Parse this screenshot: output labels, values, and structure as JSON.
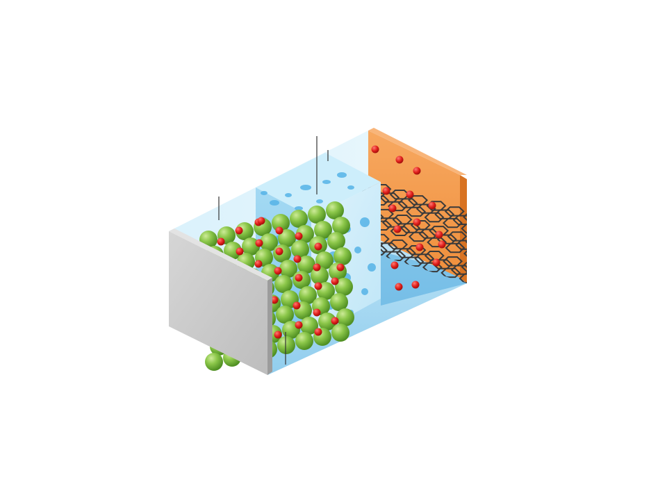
{
  "diagram": {
    "subject": "battery-cell-cross-section",
    "components": [
      {
        "id": "cathode-current-collector",
        "icon": "grey-plate"
      },
      {
        "id": "cathode-particles",
        "icon": "green-spheres-with-red-ions"
      },
      {
        "id": "electrolyte",
        "icon": "light-blue-liquid"
      },
      {
        "id": "separator",
        "icon": "porous-blue-block"
      },
      {
        "id": "anode-graphite",
        "icon": "stacked-hexagonal-sheets"
      },
      {
        "id": "anode-current-collector",
        "icon": "orange-plate"
      }
    ],
    "colors": {
      "cathode_plate_front": "#c8c8c8",
      "cathode_plate_side": "#9c9c9c",
      "cathode_particle": "#7fbf3a",
      "cathode_particle_highlight": "#b9e07c",
      "ion": "#e0201c",
      "electrolyte": "#bfe6f7",
      "electrolyte_deep": "#63b8e6",
      "separator": "#a9dcf3",
      "separator_pore": "#4fb0e6",
      "graphite_line": "#3a3a3a",
      "anode_plate_front": "#f39a4a",
      "anode_plate_side": "#e07c28"
    }
  }
}
